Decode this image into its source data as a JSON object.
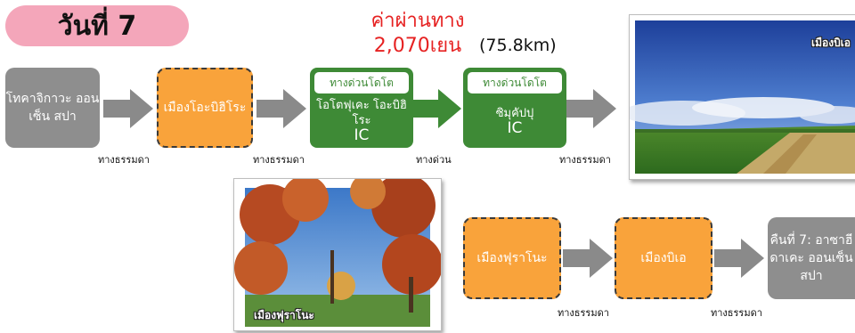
{
  "day_title": "วันที่ 7",
  "toll": {
    "label": "ค่าผ่านทาง",
    "amount": "2,070เยน"
  },
  "distance": "(75.8km)",
  "row1": {
    "start": "โทคาจิกาวะ ออนเซ็น สปา",
    "city1": "เมืองโอะบิฮิโระ",
    "ic1": {
      "header": "ทางด่วนโดโต",
      "name": "โอโตฟุเคะ โอะบิฮิโระ",
      "suffix": "IC"
    },
    "ic2": {
      "header": "ทางด่วนโดโต",
      "name": "ซิมุคัปปุ",
      "suffix": "IC"
    },
    "roads": [
      "ทางธรรมดา",
      "ทางธรรมดา",
      "ทางด่วน",
      "ทางธรรมดา"
    ]
  },
  "row2": {
    "city1": "เมืองฟุราโนะ",
    "city2": "เมืองบิเอ",
    "end": "คืนที่ 7: อาซาฮีดาเคะ ออนเซ็น สปา",
    "roads": [
      "ทางธรรมดา",
      "ทางธรรมดา"
    ]
  },
  "photos": {
    "biei": "เมืองบิเอ",
    "furano": "เมืองฟุราโนะ"
  },
  "colors": {
    "gray": "#8e8e8e",
    "orange": "#f9a33b",
    "green": "#3e8a36",
    "pink": "#f4a6ba",
    "red": "#e62222",
    "arrow_gray": "#8a8a8a"
  }
}
